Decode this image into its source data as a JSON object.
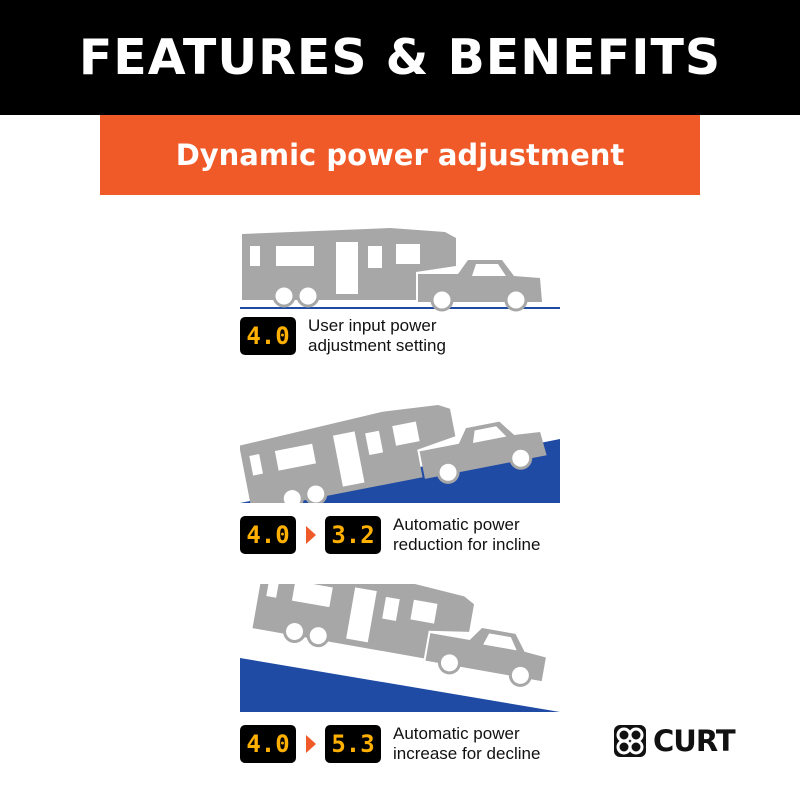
{
  "header": {
    "title": "FEATURES & BENEFITS"
  },
  "banner": {
    "title": "Dynamic power adjustment"
  },
  "colors": {
    "accent": "#f05a28",
    "road": "#1f4ba5",
    "vehicle": "#a7a7a7",
    "lcd_digits": "#ffb000"
  },
  "scenes": [
    {
      "terrain": "flat",
      "from": "4.0",
      "to": "",
      "caption_line1": "User input power",
      "caption_line2": "adjustment setting"
    },
    {
      "terrain": "incline",
      "from": "4.0",
      "to": "3.2",
      "caption_line1": "Automatic power",
      "caption_line2": "reduction for incline"
    },
    {
      "terrain": "decline",
      "from": "4.0",
      "to": "5.3",
      "caption_line1": "Automatic power",
      "caption_line2": "increase for decline"
    }
  ],
  "logo": {
    "brand": "CURT",
    "icon": "curt-knot-icon"
  }
}
